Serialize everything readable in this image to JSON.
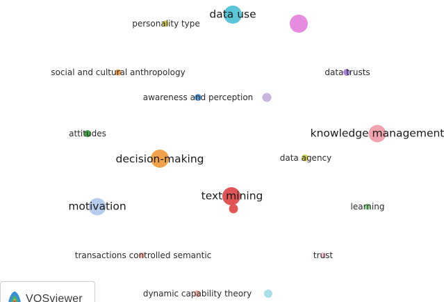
{
  "colors": {
    "cyan": "#5bc6d8",
    "magenta": "#e58be0",
    "yellow": "#d6d353",
    "orange": "#f0a24a",
    "blue": "#5b9bd9",
    "lavender": "#c8b6df",
    "purple": "#a986d8",
    "green": "#3fa845",
    "pink": "#f0a3ae",
    "red": "#e25556",
    "lightblue": "#b8cdee",
    "lightgreen": "#8fd08a",
    "lightpink": "#f0c6d4",
    "salmon": "#f2b7a6",
    "paleCyan": "#a9dfe8"
  },
  "nodes": [
    {
      "id": "data-use",
      "color": "cyan"
    },
    {
      "id": "unlabeled-magenta",
      "color": "magenta"
    },
    {
      "id": "personality-type",
      "color": "yellow"
    },
    {
      "id": "social-cultural-anthropology",
      "color": "orange"
    },
    {
      "id": "data-trusts",
      "color": "purple"
    },
    {
      "id": "awareness-perception",
      "color": "blue"
    },
    {
      "id": "unlabeled-lavender",
      "color": "lavender"
    },
    {
      "id": "attitudes",
      "color": "green"
    },
    {
      "id": "knowledge-management",
      "color": "pink"
    },
    {
      "id": "decision-making",
      "color": "orange"
    },
    {
      "id": "data-agency",
      "color": "yellow"
    },
    {
      "id": "text-mining",
      "color": "red"
    },
    {
      "id": "text-mining-sub",
      "color": "red"
    },
    {
      "id": "motivation",
      "color": "lightblue"
    },
    {
      "id": "learning",
      "color": "lightgreen"
    },
    {
      "id": "transactions-controlled-semantic",
      "color": "salmon"
    },
    {
      "id": "trust",
      "color": "lightpink"
    },
    {
      "id": "dynamic-capability-theory",
      "color": "salmon"
    },
    {
      "id": "unlabeled-cyan-bottom",
      "color": "paleCyan"
    }
  ],
  "labels": {
    "data_use": "data use",
    "personality_type": "personality type",
    "social_cultural_anthropology": "social and cultural anthropology",
    "data_trusts": "data trusts",
    "awareness_perception": "awareness and perception",
    "attitudes": "attitudes",
    "knowledge_management": "knowledge management",
    "decision_making": "decision-making",
    "data_agency": "data agency",
    "text_mining": "text mining",
    "motivation": "motivation",
    "learning": "learning",
    "transactions_controlled_semantic": "transactions controlled semantic",
    "trust": "trust",
    "dynamic_capability_theory": "dynamic capability theory"
  },
  "brand": {
    "name": "VOSviewer",
    "icon": "vosviewer-logo-icon"
  }
}
